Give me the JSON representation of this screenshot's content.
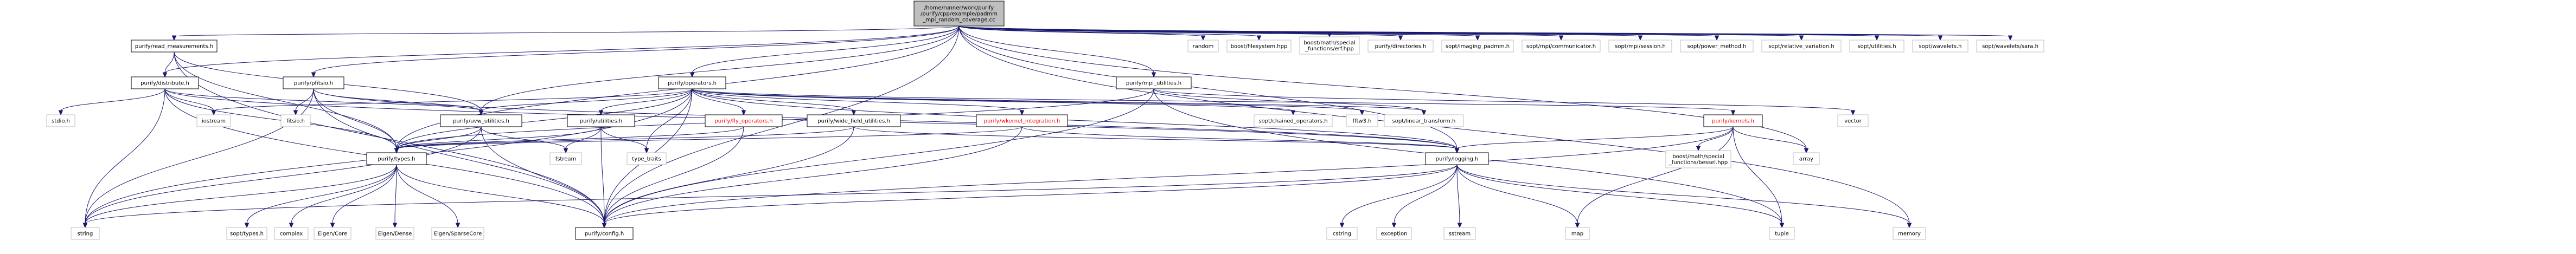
{
  "graph": {
    "root": {
      "lines": [
        "/home/runner/work/purify",
        "/purify/cpp/example/padmm",
        "_mpi_random_coverage.cc"
      ]
    },
    "nodes": {
      "read_measurements": {
        "lines": [
          "purify/read_measurements.h"
        ]
      },
      "distribute": {
        "lines": [
          "purify/distribute.h"
        ]
      },
      "pfitsio": {
        "lines": [
          "purify/pfitsio.h"
        ]
      },
      "operators": {
        "lines": [
          "purify/operators.h"
        ]
      },
      "mpi_utilities": {
        "lines": [
          "purify/mpi_utilities.h"
        ]
      },
      "random": {
        "lines": [
          "random"
        ]
      },
      "boost_filesystem": {
        "lines": [
          "boost/filesystem.hpp"
        ]
      },
      "boost_erf": {
        "lines": [
          "boost/math/special",
          "_functions/erf.hpp"
        ]
      },
      "directories": {
        "lines": [
          "purify/directories.h"
        ]
      },
      "sopt_imaging_padmm": {
        "lines": [
          "sopt/imaging_padmm.h"
        ]
      },
      "sopt_mpi_communicator": {
        "lines": [
          "sopt/mpi/communicator.h"
        ]
      },
      "sopt_mpi_session": {
        "lines": [
          "sopt/mpi/session.h"
        ]
      },
      "sopt_power_method": {
        "lines": [
          "sopt/power_method.h"
        ]
      },
      "sopt_relative_variation": {
        "lines": [
          "sopt/relative_variation.h"
        ]
      },
      "sopt_utilities": {
        "lines": [
          "sopt/utilities.h"
        ]
      },
      "sopt_wavelets": {
        "lines": [
          "sopt/wavelets.h"
        ]
      },
      "sopt_wavelets_sara": {
        "lines": [
          "sopt/wavelets/sara.h"
        ]
      },
      "stdio": {
        "lines": [
          "stdio.h"
        ]
      },
      "iostream": {
        "lines": [
          "iostream"
        ]
      },
      "fitsio": {
        "lines": [
          "fitsio.h"
        ]
      },
      "uvw_utilities": {
        "lines": [
          "purify/uvw_utilities.h"
        ]
      },
      "utilities": {
        "lines": [
          "purify/utilities.h"
        ]
      },
      "fly_operators": {
        "lines": [
          "purify/fly_operators.h"
        ]
      },
      "wide_field_utilities": {
        "lines": [
          "purify/wide_field_utilities.h"
        ]
      },
      "wkernel_integration": {
        "lines": [
          "purify/wkernel_integration.h"
        ]
      },
      "sopt_chained_operators": {
        "lines": [
          "sopt/chained_operators.h"
        ]
      },
      "fftw3": {
        "lines": [
          "fftw3.h"
        ]
      },
      "sopt_linear_transform": {
        "lines": [
          "sopt/linear_transform.h"
        ]
      },
      "kernels": {
        "lines": [
          "purify/kernels.h"
        ]
      },
      "vector": {
        "lines": [
          "vector"
        ]
      },
      "fstream": {
        "lines": [
          "fstream"
        ]
      },
      "type_traits": {
        "lines": [
          "type_traits"
        ]
      },
      "types": {
        "lines": [
          "purify/types.h"
        ]
      },
      "logging": {
        "lines": [
          "purify/logging.h"
        ]
      },
      "array": {
        "lines": [
          "array"
        ]
      },
      "boost_bessel": {
        "lines": [
          "boost/math/special",
          "_functions/bessel.hpp"
        ]
      },
      "string": {
        "lines": [
          "string"
        ]
      },
      "sopt_types": {
        "lines": [
          "sopt/types.h"
        ]
      },
      "complex": {
        "lines": [
          "complex"
        ]
      },
      "eigen_core": {
        "lines": [
          "Eigen/Core"
        ]
      },
      "eigen_dense": {
        "lines": [
          "Eigen/Dense"
        ]
      },
      "eigen_sparsecore": {
        "lines": [
          "Eigen/SparseCore"
        ]
      },
      "config": {
        "lines": [
          "purify/config.h"
        ]
      },
      "cstring": {
        "lines": [
          "cstring"
        ]
      },
      "exception": {
        "lines": [
          "exception"
        ]
      },
      "sstream": {
        "lines": [
          "sstream"
        ]
      },
      "map": {
        "lines": [
          "map"
        ]
      },
      "tuple": {
        "lines": [
          "tuple"
        ]
      },
      "memory": {
        "lines": [
          "memory"
        ]
      }
    }
  }
}
